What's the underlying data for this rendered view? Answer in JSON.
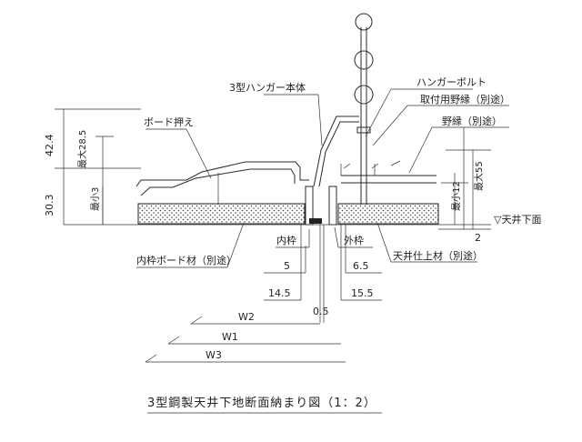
{
  "title": "3型鋼製天井下地断面納まり図（1：2）",
  "labels": {
    "hanger_body": "3型ハンガー本体",
    "hanger_bolt": "ハンガーボルト",
    "mount_beam": "取付用野縁（別途）",
    "field_edge": "野縁（別途）",
    "board_holder": "ボード押え",
    "ceiling_bottom": "▽天井下面",
    "inner_frame": "内枠",
    "outer_frame": "外枠",
    "inner_board": "内枠ボード材（別途）",
    "ceiling_finish": "天井仕上材（別途）"
  },
  "dims": {
    "d42_4": "42.4",
    "max28_5": "最大28.5",
    "d30_3": "30.3",
    "min3": "最小3",
    "min12": "最小12",
    "max55": "最大55",
    "d2": "2",
    "d5": "5",
    "d6_5": "6.5",
    "d14_5": "14.5",
    "d15_5": "15.5",
    "d0_5": "0.5",
    "w2": "W2",
    "w1": "W1",
    "w3": "W3"
  }
}
